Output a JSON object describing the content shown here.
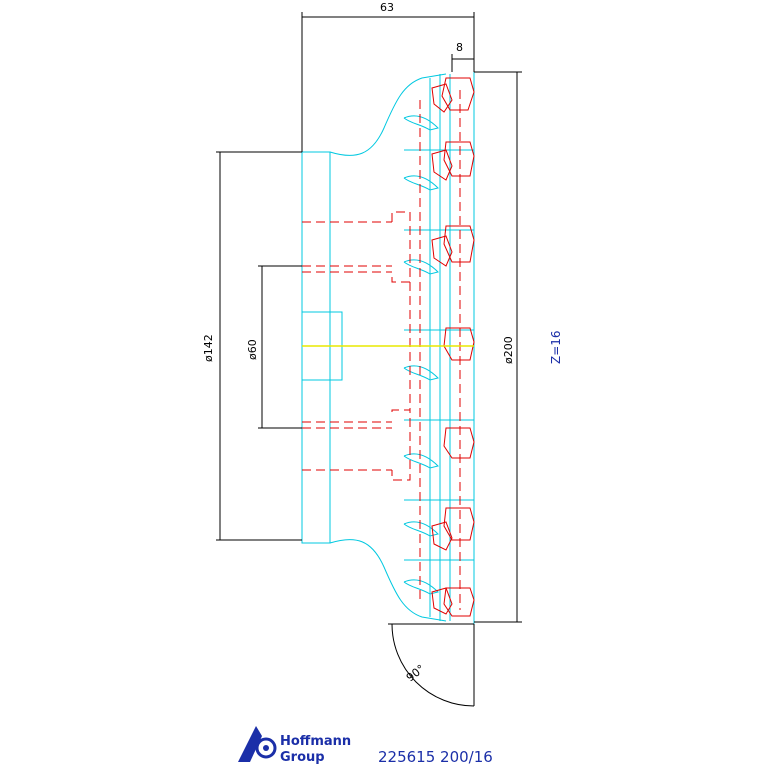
{
  "dimensions": {
    "width_63": "63",
    "width_8": "8",
    "dia_142": "ø142",
    "dia_60": "ø60",
    "dia_200": "ø200",
    "angle": "90°"
  },
  "teeth_label": "Z=16",
  "footer": {
    "logo_line1": "Hoffmann",
    "logo_line2": "Group",
    "part_number": "225615 200/16"
  },
  "colors": {
    "body_outline": "#00c8e0",
    "cutting_inserts": "#e00000",
    "dimensions": "#000000",
    "logo_text": "#1b2fa8",
    "centerline": "#e8e800"
  }
}
